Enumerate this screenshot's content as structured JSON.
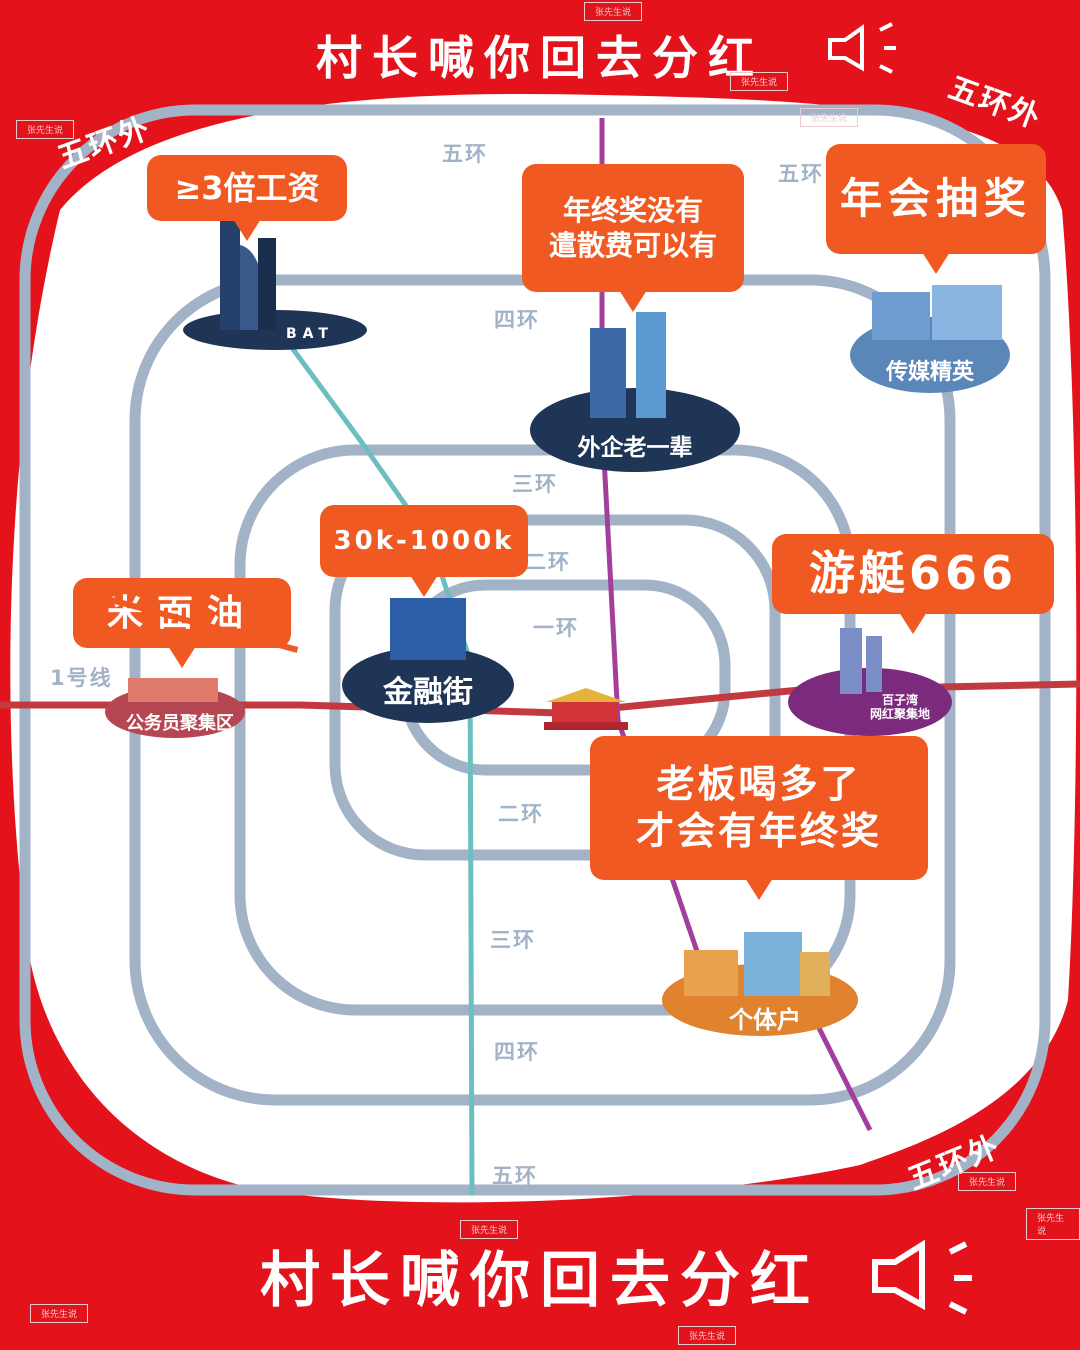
{
  "title": "村长喊你回去分红",
  "corner_labels": [
    "五环外",
    "五环外",
    "五环外"
  ],
  "ring_labels": {
    "fifth": "五环",
    "fourth": "四环",
    "third": "三环",
    "second": "二环",
    "first": "一环"
  },
  "line_label": "1号线",
  "callouts": {
    "bat": "≥3倍工资",
    "foreign_line1": "年终奖没有",
    "foreign_line2": "遣散费可以有",
    "media": "年会抽奖",
    "finance": "30k-1000k",
    "civil": "米面油",
    "yacht": "游艇666",
    "boss_line1": "老板喝多了",
    "boss_line2": "才会有年终奖"
  },
  "districts": {
    "bat": "BAT",
    "foreign": "外企老一辈",
    "media": "传媒精英",
    "finance": "金融街",
    "civil": "公务员聚集区",
    "yacht_line1": "百子湾",
    "yacht_line2": "网红聚集地",
    "self": "个体户"
  },
  "watermark": "张先生说",
  "colors": {
    "background": "#e3121b",
    "map": "#ffffff",
    "ring": "#a2b3c8",
    "callout": "#f05a22",
    "district": "#1e3555",
    "line1": "#c23a3f",
    "purple_line": "#a23e9c",
    "teal_line": "#6cbfc0"
  }
}
